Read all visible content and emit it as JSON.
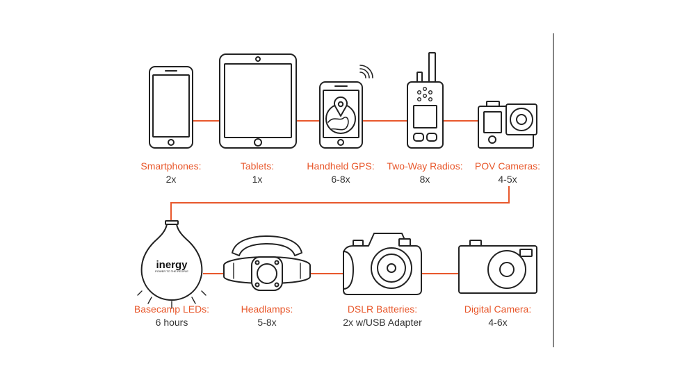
{
  "colors": {
    "accent": "#e8582c",
    "stroke": "#222222",
    "value_text": "#333333"
  },
  "brand_logo": {
    "text": "inergy",
    "tagline": "POWER TO THE PEOPLE"
  },
  "devices": [
    {
      "name": "Smartphones:",
      "value": "2x",
      "icon": "smartphone-icon"
    },
    {
      "name": "Tablets:",
      "value": "1x",
      "icon": "tablet-icon"
    },
    {
      "name": "Handheld GPS:",
      "value": "6-8x",
      "icon": "handheld-gps-icon"
    },
    {
      "name": "Two-Way Radios:",
      "value": "8x",
      "icon": "two-way-radio-icon"
    },
    {
      "name": "POV Cameras:",
      "value": "4-5x",
      "icon": "pov-camera-icon"
    },
    {
      "name": "Basecamp LEDs:",
      "value": "6 hours",
      "icon": "basecamp-led-icon"
    },
    {
      "name": "Headlamps:",
      "value": "5-8x",
      "icon": "headlamp-icon"
    },
    {
      "name": "DSLR Batteries:",
      "value": "2x w/USB Adapter",
      "icon": "dslr-camera-icon"
    },
    {
      "name": "Digital Camera:",
      "value": "4-6x",
      "icon": "digital-camera-icon"
    }
  ]
}
